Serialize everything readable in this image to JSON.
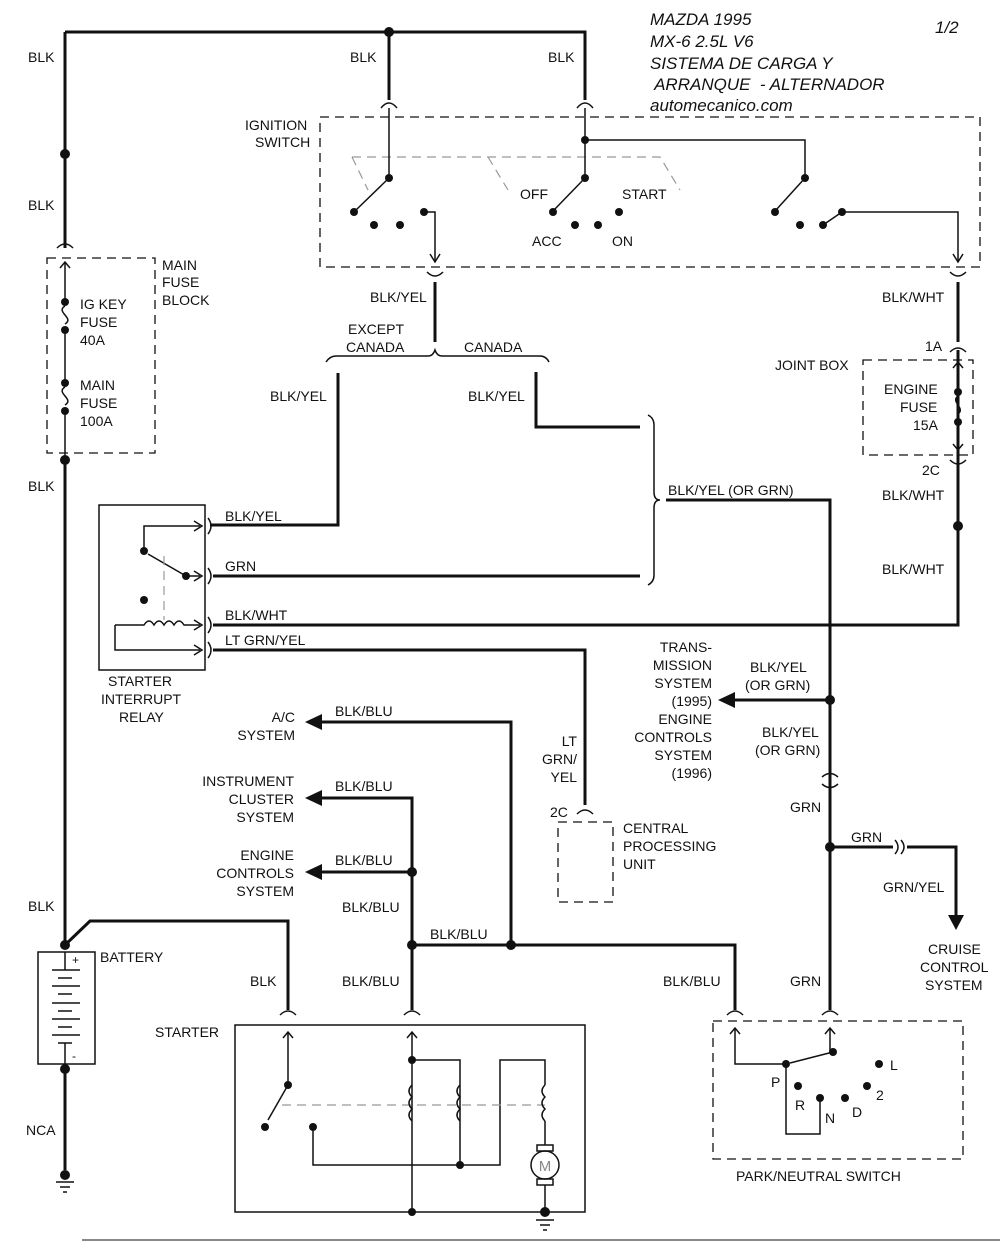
{
  "header": {
    "line1": "MAZDA 1995",
    "line2": "MX-6  2.5L  V6",
    "line3": "SISTEMA DE CARGA Y",
    "line4": " ARRANQUE  - ALTERNADOR",
    "website": "automecanico.com",
    "page": "1/2"
  },
  "wires": {
    "blk_left_top": "BLK",
    "blk_ign_1": "BLK",
    "blk_ign_2": "BLK",
    "blk_mid_left": "BLK",
    "blk_after_fuse": "BLK",
    "blk_batt": "BLK",
    "blk_starter": "BLK",
    "nca": "NCA",
    "blk_yel_ign": "BLK/YEL",
    "blk_yel_except": "BLK/YEL",
    "blk_yel_canada": "BLK/YEL",
    "blk_wht_ign": "BLK/WHT",
    "blk_wht_2c": "BLK/WHT",
    "blk_wht_lower": "BLK/WHT",
    "relay_blk_yel": "BLK/YEL",
    "relay_grn": "GRN",
    "relay_blk_wht": "BLK/WHT",
    "relay_lt_grn_yel": "LT GRN/YEL",
    "blk_yel_or_grn_top": "BLK/YEL (OR GRN)",
    "blk_yel_or_grn_1a": "BLK/YEL",
    "blk_yel_or_grn_1b": "(OR GRN)",
    "blk_yel_or_grn_2a": "BLK/YEL",
    "blk_yel_or_grn_2b": "(OR GRN)",
    "lt_grn_yel_v1": "LT",
    "lt_grn_yel_v2": "GRN/",
    "lt_grn_yel_v3": "YEL",
    "grn_upper": "GRN",
    "grn_branch": "GRN",
    "grn_yel": "GRN/YEL",
    "grn_lower": "GRN",
    "blk_blu_ac": "BLK/BLU",
    "blk_blu_ic": "BLK/BLU",
    "blk_blu_ec": "BLK/BLU",
    "blk_blu_vert": "BLK/BLU",
    "blk_blu_horiz": "BLK/BLU",
    "blk_blu_starter": "BLK/BLU",
    "blk_blu_pn": "BLK/BLU"
  },
  "components": {
    "ignition_switch": [
      "IGNITION",
      "SWITCH"
    ],
    "ign_positions": {
      "off": "OFF",
      "acc": "ACC",
      "on": "ON",
      "start": "START"
    },
    "main_fuse_block": [
      "MAIN",
      "FUSE",
      "BLOCK"
    ],
    "ig_key_fuse": [
      "IG KEY",
      "FUSE",
      "40A"
    ],
    "main_fuse": [
      "MAIN",
      "FUSE",
      "100A"
    ],
    "except_canada": [
      "EXCEPT",
      "CANADA"
    ],
    "canada": "CANADA",
    "joint_box": "JOINT BOX",
    "engine_fuse": [
      "ENGINE",
      "FUSE",
      "15A"
    ],
    "connector_1a": "1A",
    "connector_2c": "2C",
    "connector_cpu_2c": "2C",
    "starter_interrupt_relay": [
      "STARTER",
      "INTERRUPT",
      "RELAY"
    ],
    "transmission_system": [
      "TRANS-",
      "MISSION",
      "SYSTEM",
      "(1995)",
      "ENGINE",
      "CONTROLS",
      "SYSTEM",
      "(1996)"
    ],
    "ac_system": [
      "A/C",
      "SYSTEM"
    ],
    "instrument_cluster": [
      "INSTRUMENT",
      "CLUSTER",
      "SYSTEM"
    ],
    "engine_controls": [
      "ENGINE",
      "CONTROLS",
      "SYSTEM"
    ],
    "cpu": [
      "CENTRAL",
      "PROCESSING",
      "UNIT"
    ],
    "cruise_control": [
      "CRUISE",
      "CONTROL",
      "SYSTEM"
    ],
    "battery": "BATTERY",
    "battery_plus": "+",
    "battery_minus": "-",
    "starter": "STARTER",
    "motor": "M",
    "park_neutral_switch": "PARK/NEUTRAL SWITCH",
    "pn_positions": {
      "p": "P",
      "r": "R",
      "n": "N",
      "d": "D",
      "two": "2",
      "l": "L"
    }
  }
}
